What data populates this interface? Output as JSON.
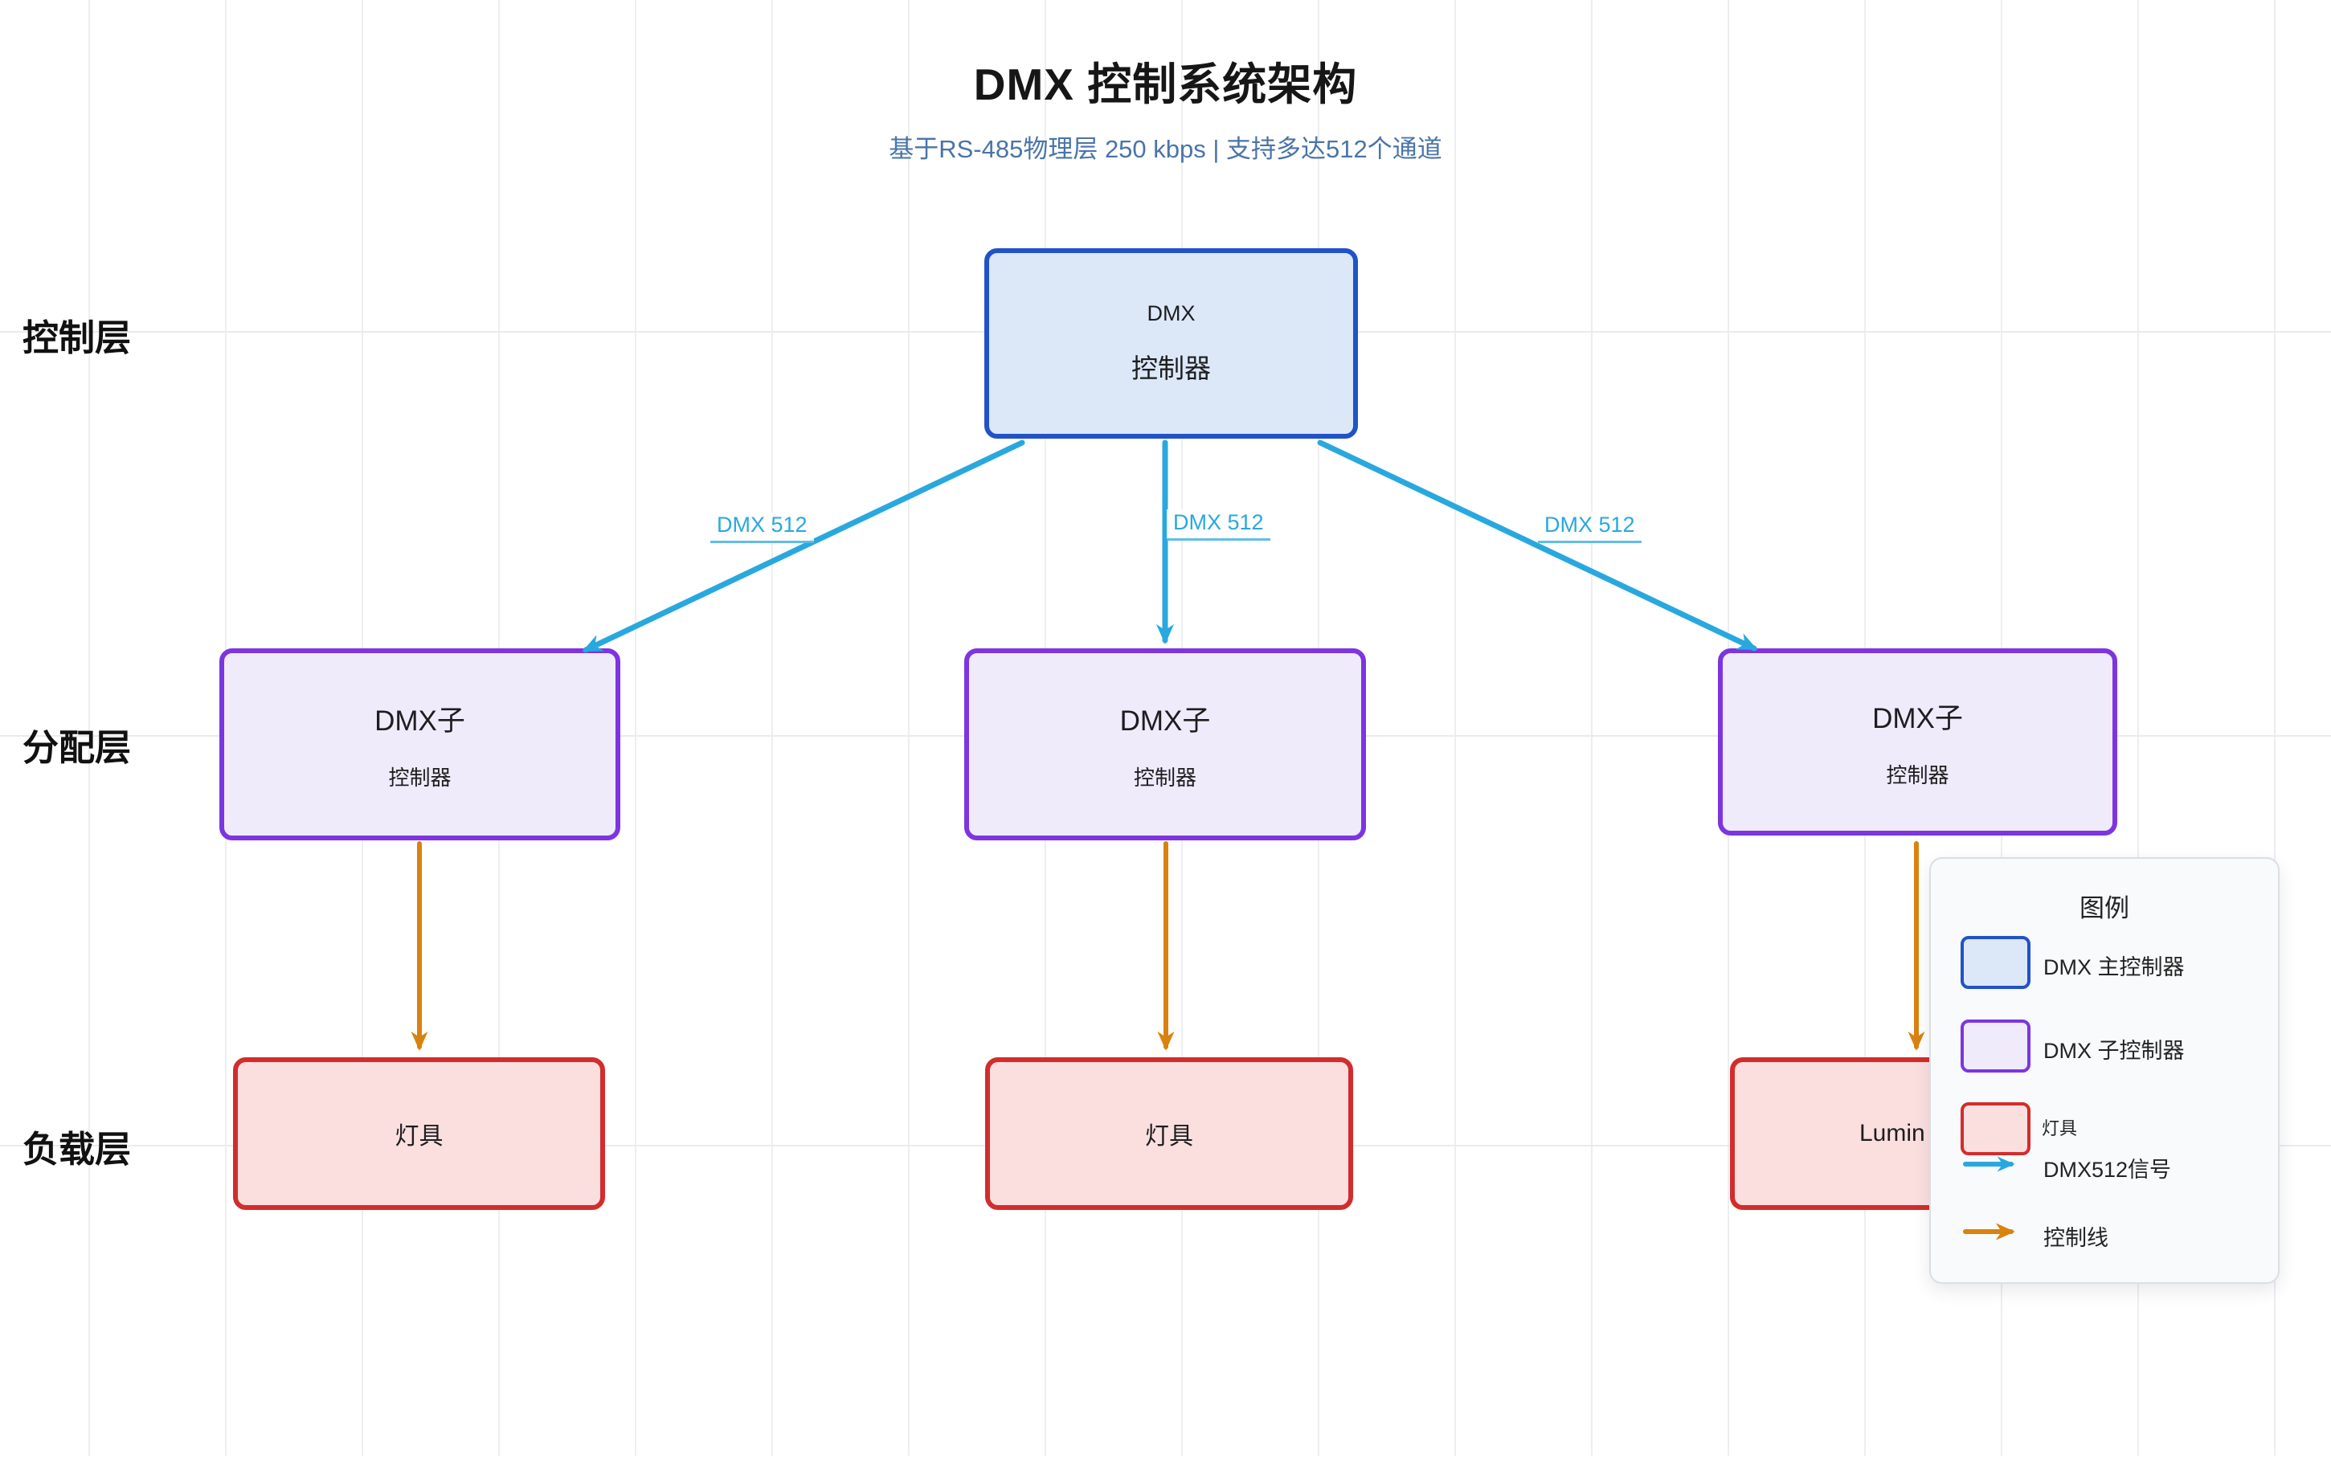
{
  "title": "DMX 控制系统架构",
  "subtitle": "基于RS-485物理层 250 kbps | 支持多达512个通道",
  "layers": [
    {
      "label": "控制层"
    },
    {
      "label": "分配层"
    },
    {
      "label": "负载层"
    }
  ],
  "nodes": {
    "master": {
      "line1": "DMX",
      "line2": "控制器"
    },
    "sub_left": {
      "line1": "DMX子",
      "line2": "控制器"
    },
    "sub_mid": {
      "line1": "DMX子",
      "line2": "控制器"
    },
    "sub_right": {
      "line1": "DMX子",
      "line2": "控制器"
    },
    "fixture_left": {
      "label": "灯具"
    },
    "fixture_mid": {
      "label": "灯具"
    },
    "fixture_right": {
      "label": "Lumin"
    }
  },
  "edge_labels": [
    "DMX 512",
    "DMX 512",
    "DMX 512"
  ],
  "legend": {
    "title": "图例",
    "items": [
      {
        "label": "DMX 主控制器"
      },
      {
        "label": "DMX 子控制器"
      },
      {
        "label": "灯具"
      },
      {
        "label": "DMX512信号"
      },
      {
        "label": "控制线"
      }
    ]
  },
  "colors": {
    "master_border": "#2152c8",
    "master_fill": "#dce8f8",
    "sub_border": "#7c35e0",
    "sub_fill": "#f0ebfb",
    "fixture_border": "#d32c2c",
    "fixture_fill": "#fbdfdf",
    "dmx512_signal": "#29a8df",
    "control_line": "#d9820e",
    "subtitle_text": "#4a74a8"
  }
}
